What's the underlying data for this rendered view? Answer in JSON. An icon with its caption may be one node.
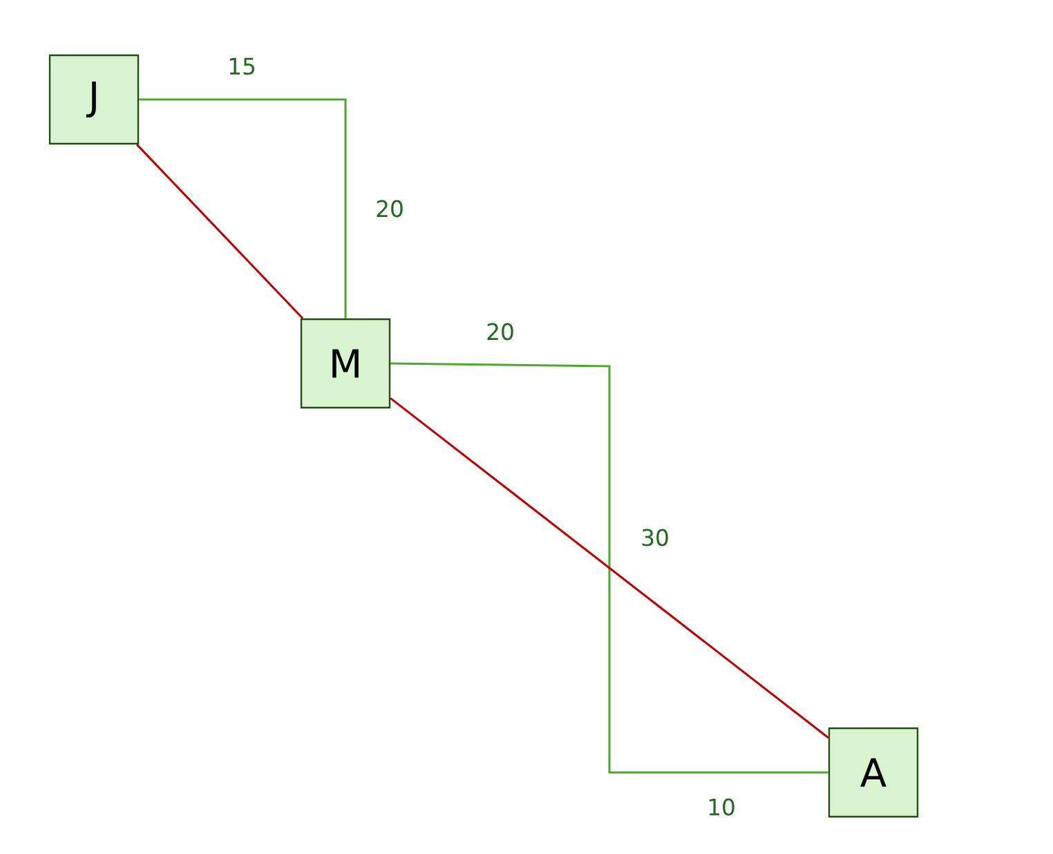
{
  "diagram": {
    "nodes": [
      {
        "text": [
          "J"
        ]
      },
      {
        "text": [
          "M"
        ]
      },
      {
        "text": [
          "A"
        ]
      }
    ],
    "edges": [
      {
        "from": 0,
        "to": 1,
        "arrow": "none",
        "color": "#4ea72e"
      },
      {
        "from": 1,
        "to": 2,
        "arrow": "none",
        "color": "#4ea72e"
      },
      {
        "from": 0,
        "to": 1,
        "arrow": "none",
        "color": "#c00000"
      },
      {
        "from": 1,
        "to": 2,
        "arrow": "none",
        "color": "#c00000"
      }
    ],
    "labels": [
      "15",
      "20",
      "20",
      "30",
      "10"
    ]
  }
}
